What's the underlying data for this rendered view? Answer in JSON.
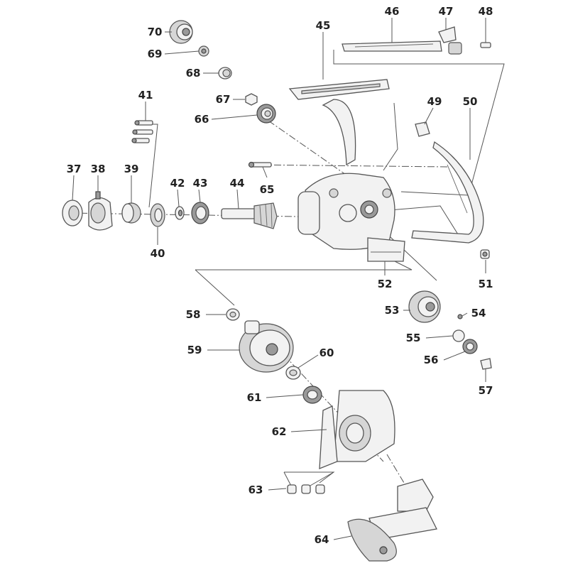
{
  "labels": {
    "p37": "37",
    "p38": "38",
    "p39": "39",
    "p40": "40",
    "p41": "41",
    "p42": "42",
    "p43": "43",
    "p44": "44",
    "p45": "45",
    "p46": "46",
    "p47": "47",
    "p48": "48",
    "p49": "49",
    "p50": "50",
    "p51": "51",
    "p52": "52",
    "p53": "53",
    "p54": "54",
    "p55": "55",
    "p56": "56",
    "p57": "57",
    "p58": "58",
    "p59": "59",
    "p60": "60",
    "p61": "61",
    "p62": "62",
    "p63": "63",
    "p64": "64",
    "p65": "65",
    "p66": "66",
    "p67": "67",
    "p68": "68",
    "p69": "69",
    "p70": "70"
  }
}
